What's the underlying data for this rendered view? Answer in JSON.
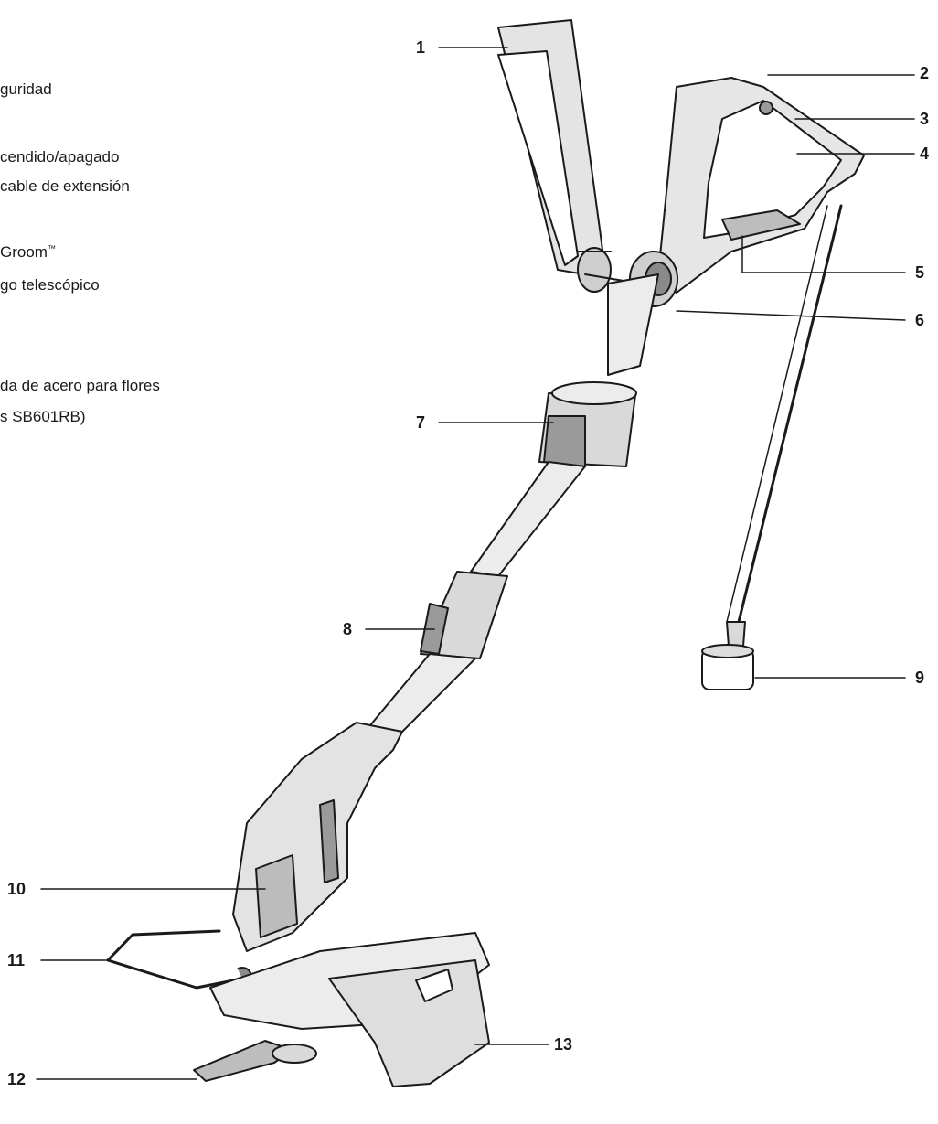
{
  "legend": {
    "items": [
      {
        "text": "guridad"
      },
      {
        "text": "cendido/apagado"
      },
      {
        "text": "cable de extensión"
      },
      {
        "text": "Groom",
        "mark": "™"
      },
      {
        "text": "go telescópico"
      },
      {
        "text": "da de acero para flores"
      },
      {
        "text": "s SB601RB)"
      }
    ]
  },
  "callouts": [
    "1",
    "2",
    "3",
    "4",
    "5",
    "6",
    "7",
    "8",
    "9",
    "10",
    "11",
    "12",
    "13"
  ],
  "colors": {
    "stroke": "#1a1a1a",
    "shade": "#d9d9d9",
    "dark": "#8a8a8a"
  }
}
